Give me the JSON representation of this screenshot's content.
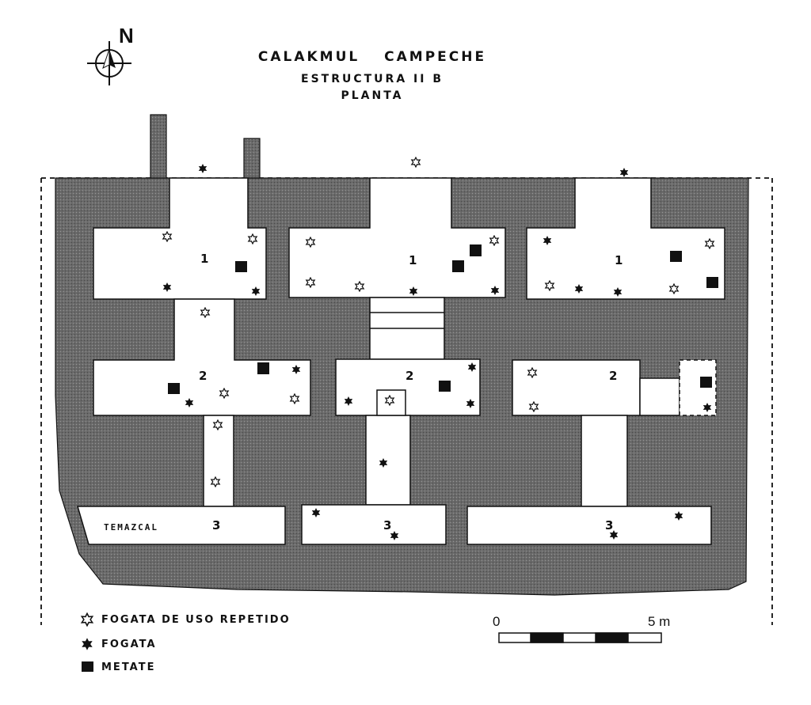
{
  "title": {
    "line1": "CALAKMUL   CAMPECHE",
    "line2": "ESTRUCTURA II B",
    "line3": "PLANTA"
  },
  "north": "N",
  "rooms": {
    "west_1": "1",
    "center_1": "1",
    "east_1": "1",
    "west_2": "2",
    "center_2": "2",
    "east_2": "2",
    "west_3": "3",
    "center_3": "3",
    "east_3": "3",
    "temazcal": "TEMAZCAL"
  },
  "legend": {
    "repeated_fire": "FOGATA DE USO REPETIDO",
    "fire": "FOGATA",
    "metate": "METATE"
  },
  "scale": {
    "start": "0",
    "end": "5 m"
  },
  "colors": {
    "fill": "#555555",
    "ink": "#111111"
  }
}
